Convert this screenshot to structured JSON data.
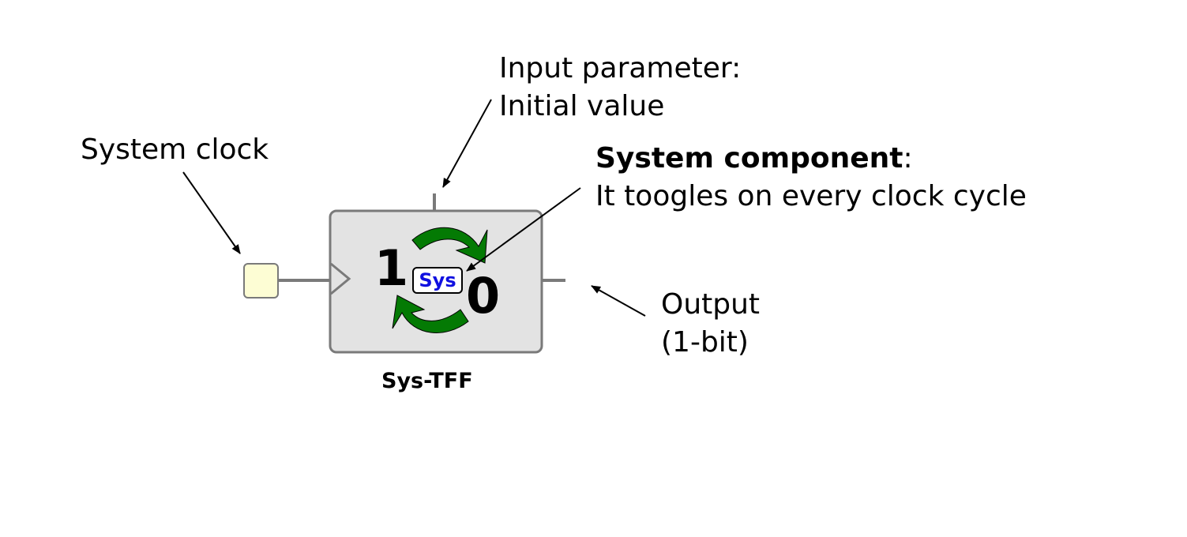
{
  "annotations": {
    "system_clock": "System clock",
    "input_param_line1": "Input parameter:",
    "input_param_line2": "Initial value",
    "system_component_bold": "System component",
    "system_component_colon": ":",
    "system_component_line2": "It toogles on every clock cycle",
    "output_line1": "Output",
    "output_line2": "(1-bit)"
  },
  "block": {
    "name": "Sys-TFF",
    "digit_left": "1",
    "digit_right": "0",
    "badge": "Sys"
  },
  "colors": {
    "block_fill": "#e3e3e3",
    "block_stroke": "#7a7a7a",
    "clock_fill": "#fdfdd4",
    "arrow_green": "#047a04",
    "badge_text": "#1010e0"
  },
  "icons": [
    "toggle-cycle-icon",
    "clock-input-icon"
  ]
}
